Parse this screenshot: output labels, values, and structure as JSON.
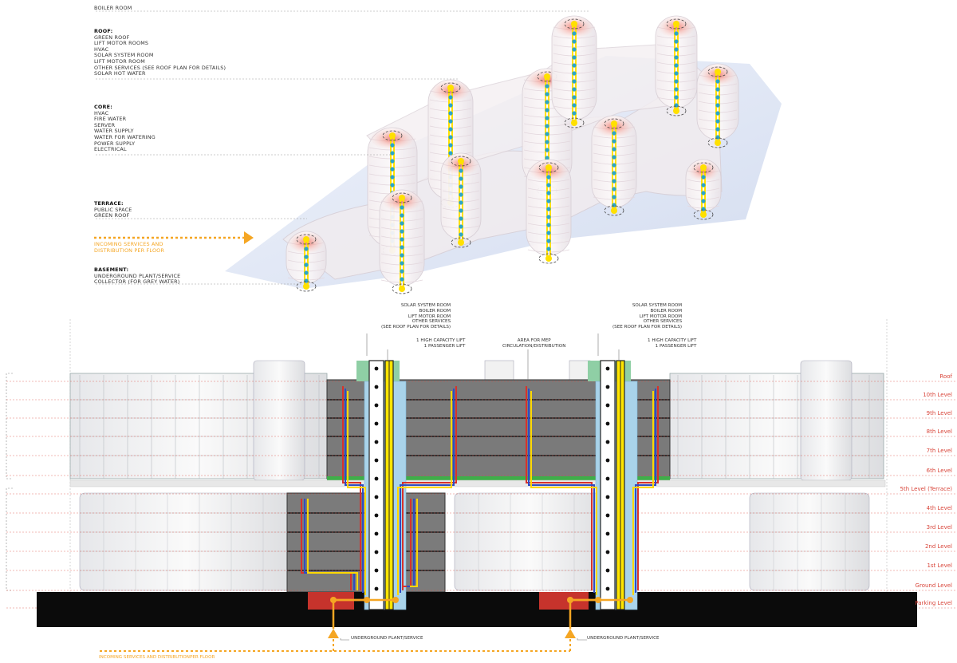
{
  "axo_labels": {
    "boiler": "BOILER ROOM",
    "roof": {
      "heading": "ROOF:",
      "items": [
        "GREEN ROOF",
        "LIFT MOTOR ROOMS",
        "HVAC",
        "SOLAR SYSTEM ROOM",
        "LIFT MOTOR ROOM",
        "OTHER SERVICES (SEE ROOF PLAN FOR DETAILS)",
        "SOLAR HOT WATER"
      ]
    },
    "core": {
      "heading": "CORE:",
      "items": [
        "HVAC",
        "FIRE WATER",
        "SERVER",
        "WATER SUPPLY",
        "WATER FOR WATERING",
        "POWER SUPPLY",
        "ELECTRICAL"
      ]
    },
    "terrace": {
      "heading": "TERRACE:",
      "items": [
        "PUBLIC SPACE",
        "GREEN ROOF"
      ]
    },
    "incoming": [
      "INCOMING SERVICES AND",
      "DISTRIBUTION PER FLOOR"
    ],
    "basement": {
      "heading": "BASEMENT:",
      "items": [
        "UNDERGROUND PLANT/SERVICE",
        "COLLECTOR (FOR GREY WATER)"
      ]
    }
  },
  "section_callouts": {
    "roof_services": [
      "SOLAR SYSTEM ROOM",
      "BOILER ROOM",
      "LIFT MOTOR ROOM",
      "OTHER SERVICES",
      "(SEE ROOF PLAN FOR DETAILS)"
    ],
    "lifts": [
      "1 HIGH CAPACITY LIFT",
      "1 PASSENGER LIFT"
    ],
    "mep_area": [
      "AREA FOR MEP",
      "CIRCULATION/DISTRIBUTION"
    ],
    "underground": "UNDERGROUND PLANT/SERVICE",
    "incoming_bottom": "INCOMING SERVICES AND DISTRIBUTIONPER FLOOR"
  },
  "levels": [
    {
      "name": "Roof"
    },
    {
      "name": "10th Level"
    },
    {
      "name": "9th Level"
    },
    {
      "name": "8th Level"
    },
    {
      "name": "7th Level"
    },
    {
      "name": "6th Level"
    },
    {
      "name": "5th Level (Terrace)"
    },
    {
      "name": "4th Level"
    },
    {
      "name": "3rd Level"
    },
    {
      "name": "2nd Level"
    },
    {
      "name": "1st Level"
    },
    {
      "name": "Ground Level"
    },
    {
      "name": "Parking Level"
    }
  ],
  "colors": {
    "service_orange": "#f5a623",
    "level_red": "#d9463b",
    "core_blue": "#a9d3ea",
    "lift_yellow": "#ffe500",
    "roof_green": "#8fcfa5",
    "plant_red": "#c6332c",
    "ground_black": "#0b0b0b",
    "dark_facade": "#6e6e6e"
  }
}
